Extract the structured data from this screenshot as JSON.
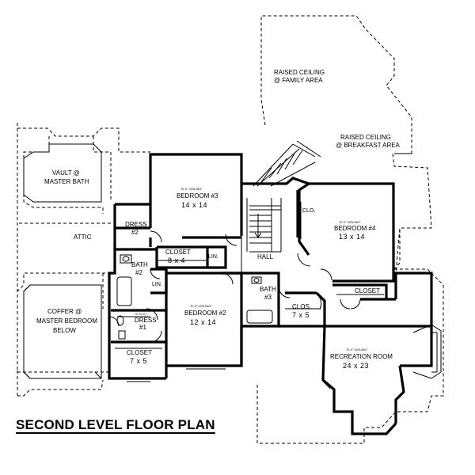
{
  "title": "SECOND LEVEL FLOOR PLAN",
  "labels": {
    "raised_family_1": "RAISED CEILING",
    "raised_family_2": "@ FAMILY AREA",
    "raised_breakfast_1": "RAISED CEILING",
    "raised_breakfast_2": "@ BREAKFAST AREA",
    "vault_1": "VAULT @",
    "vault_2": "MASTER BATH",
    "attic": "ATTIC",
    "coffer_1": "COFFER @",
    "coffer_2": "MASTER BEDROOM",
    "coffer_3": "BELOW",
    "hall": "HALL",
    "lin_top": "LIN.",
    "lin_left": "LIN.",
    "clo": "CLO."
  },
  "rooms": {
    "bedroom3": {
      "ceiling": "\"8'-0\" CEILING\"",
      "name": "BEDROOM #3",
      "size": "14 x 14"
    },
    "bedroom4": {
      "ceiling": "\"8'-0\" CEILING\"",
      "name": "BEDROOM #4",
      "size": "13 x 14"
    },
    "bedroom2": {
      "ceiling": "\"8'-0\" CEILING\"",
      "name": "BEDROOM #2",
      "size": "12 x 14"
    },
    "recreation": {
      "ceiling": "\"8'-0\" CEILING\"",
      "name": "RECREATION ROOM",
      "size": "24 x 23"
    },
    "dress2": {
      "name": "DRESS",
      "num": "#2"
    },
    "bath2": {
      "name": "BATH",
      "num": "#2"
    },
    "dress1": {
      "ceiling": "\"8' CLG.\"",
      "name": "DRESS",
      "num": "#1"
    },
    "closet_8x4": {
      "name": "CLOSET",
      "size": "8 x 4"
    },
    "closet_7x5": {
      "name": "CLOSET",
      "size": "7 x 5"
    },
    "bath3": {
      "name": "BATH",
      "num": "#3"
    },
    "clos_7x5": {
      "name": "CLOS.",
      "size": "7 x 5"
    },
    "closet_rec": {
      "name": "CLOSET"
    }
  }
}
